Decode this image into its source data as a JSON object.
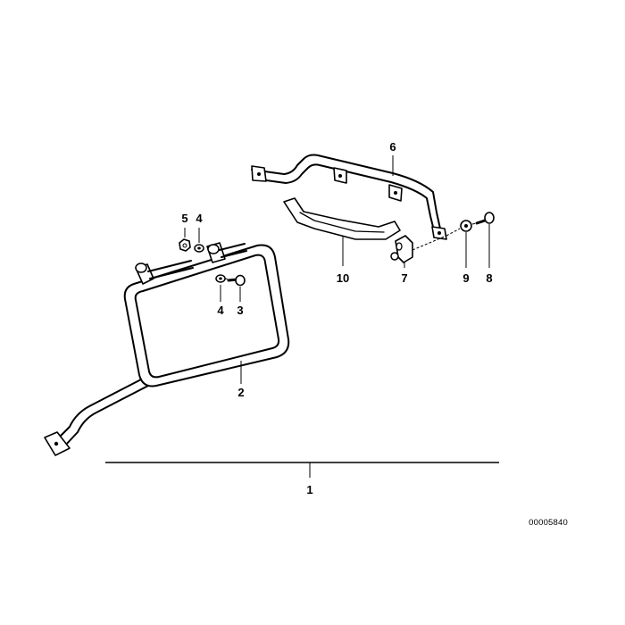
{
  "diagram": {
    "callouts": {
      "c1": "1",
      "c2": "2",
      "c3": "3",
      "c4a": "4",
      "c4b": "4",
      "c5": "5",
      "c6": "6",
      "c7": "7",
      "c8": "8",
      "c9": "9",
      "c10": "10"
    },
    "reference_code": "00005840"
  }
}
